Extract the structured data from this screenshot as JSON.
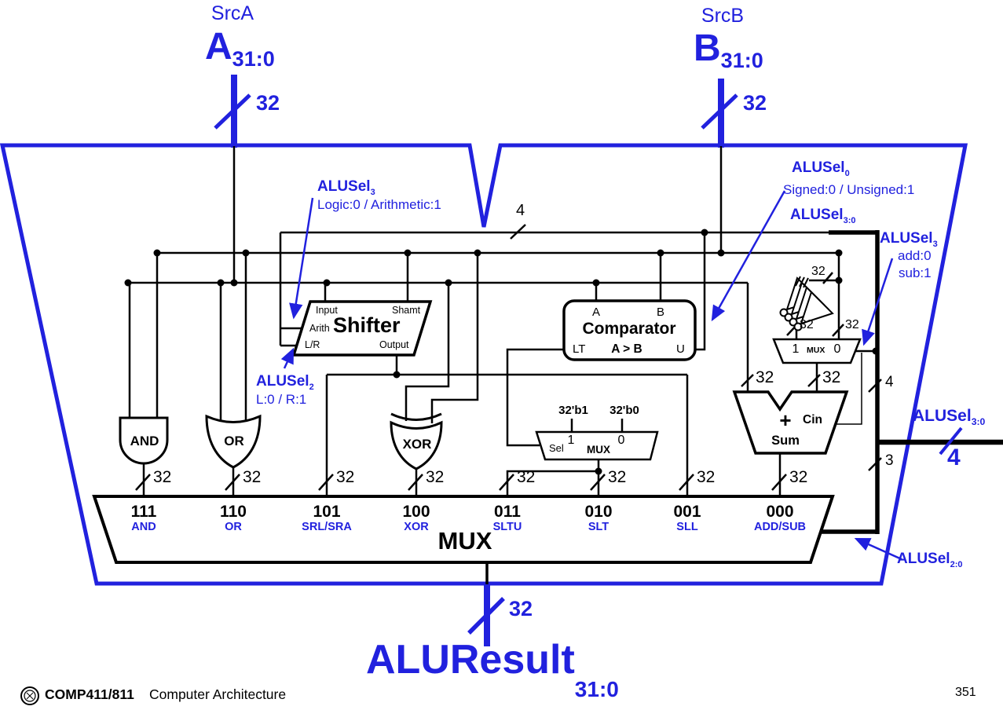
{
  "colors": {
    "blue": "#2121DE",
    "black": "#000000"
  },
  "header": {
    "srcA": {
      "name": "SrcA",
      "base": "A",
      "sub": "31:0",
      "width": "32"
    },
    "srcB": {
      "name": "SrcB",
      "base": "B",
      "sub": "31:0",
      "width": "32"
    }
  },
  "result": {
    "base": "ALUResult",
    "sub": "31:0",
    "width": "32"
  },
  "bus32": "32",
  "sel_bus": {
    "top_width": "4",
    "tap4": "4",
    "tap3": "3",
    "right_base": "ALUSel",
    "right_sub": "3:0",
    "right_width": "4"
  },
  "annotations": {
    "shifter_arith": {
      "base": "ALUSel",
      "sub": "3",
      "desc": "Logic:0 / Arithmetic:1"
    },
    "shifter_lr": {
      "base": "ALUSel",
      "sub": "2",
      "desc": "L:0 / R:1"
    },
    "comp_u": {
      "base": "ALUSel",
      "sub": "0",
      "desc": "Signed:0 / Unsigned:1"
    },
    "sel_top": {
      "base": "ALUSel",
      "sub": "3:0"
    },
    "addsub": {
      "base": "ALUSel",
      "sub": "3",
      "line1": "add:0",
      "line2": "sub:1"
    },
    "mux_sel": {
      "base": "ALUSel",
      "sub": "2:0"
    }
  },
  "shifter": {
    "title": "Shifter",
    "pin_input": "Input",
    "pin_shamt": "Shamt",
    "pin_arith": "Arith",
    "pin_lr": "L/R",
    "pin_output": "Output"
  },
  "comparator": {
    "title": "Comparator",
    "pin_a": "A",
    "pin_b": "B",
    "pin_lt": "LT",
    "pin_agtb": "A > B",
    "pin_u": "U"
  },
  "gates": {
    "and": "AND",
    "or": "OR",
    "xor": "XOR"
  },
  "slt_mux": {
    "in1": "32'b1",
    "in0": "32'b0",
    "one": "1",
    "zero": "0",
    "sel": "Sel",
    "title": "MUX"
  },
  "inv_mux": {
    "one": "1",
    "title": "MUX",
    "zero": "0"
  },
  "adder": {
    "plus": "+",
    "title": "Sum",
    "cin": "Cin"
  },
  "result_mux": {
    "title": "MUX",
    "inputs": [
      {
        "code": "111",
        "name": "AND"
      },
      {
        "code": "110",
        "name": "OR"
      },
      {
        "code": "101",
        "name": "SRL/SRA"
      },
      {
        "code": "100",
        "name": "XOR"
      },
      {
        "code": "011",
        "name": "SLTU"
      },
      {
        "code": "010",
        "name": "SLT"
      },
      {
        "code": "001",
        "name": "SLL"
      },
      {
        "code": "000",
        "name": "ADD/SUB"
      }
    ]
  },
  "footer": {
    "course": "COMP411/811",
    "title": "Computer Architecture",
    "page": "351"
  }
}
